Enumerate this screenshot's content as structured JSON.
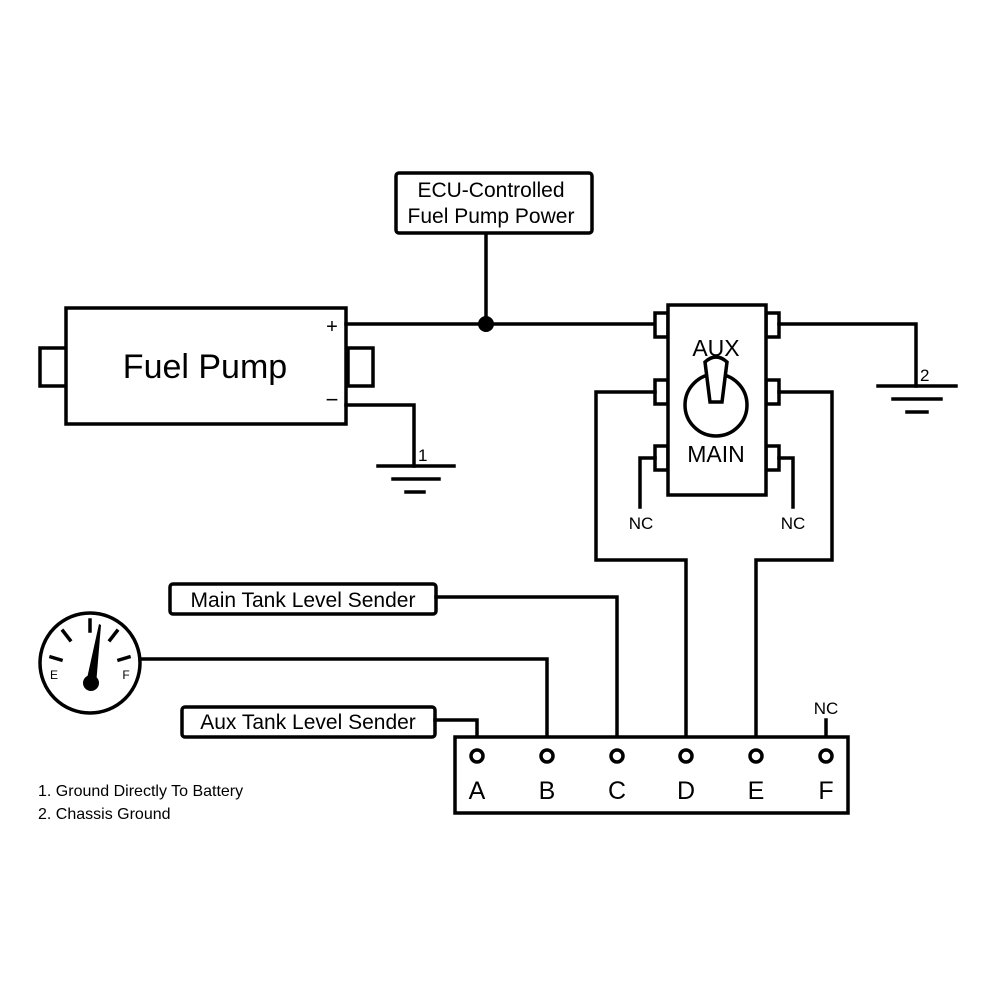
{
  "fuel_pump": {
    "label": "Fuel Pump",
    "pos_terminal": "+",
    "neg_terminal": "−"
  },
  "callouts": {
    "ecu_line1": "ECU-Controlled",
    "ecu_line2": "Fuel Pump Power",
    "main_sender": "Main Tank Level Sender",
    "aux_sender": "Aux Tank Level Sender"
  },
  "switch": {
    "aux_label": "AUX",
    "main_label": "MAIN",
    "nc_left": "NC",
    "nc_right": "NC"
  },
  "grounds": {
    "g1": "1",
    "g2": "2"
  },
  "gauge": {
    "empty": "E",
    "full": "F"
  },
  "connector": {
    "pins": [
      "A",
      "B",
      "C",
      "D",
      "E",
      "F"
    ],
    "nc_label": "NC"
  },
  "notes": {
    "note1": "1. Ground Directly To Battery",
    "note2": "2. Chassis Ground"
  }
}
